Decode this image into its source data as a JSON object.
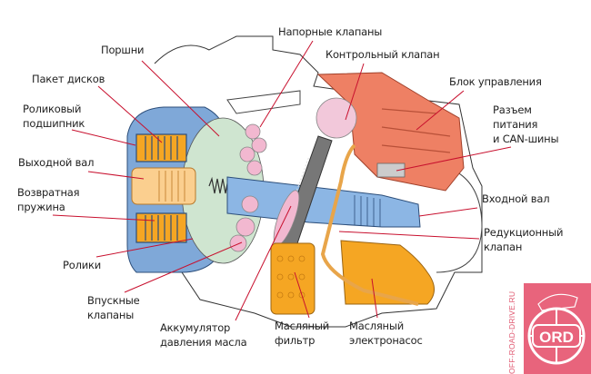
{
  "labels": {
    "pressure_valves": "Напорные клапаны",
    "pistons": "Поршни",
    "disc_pack": "Пакет дисков",
    "roller_bearing": [
      "Роликовый",
      "подшипник"
    ],
    "control_valve": "Контрольный клапан",
    "control_unit": "Блок управления",
    "connector": [
      "Разъем",
      "питания",
      "и CAN-шины"
    ],
    "output_shaft": "Выходной вал",
    "return_spring": [
      "Возвратная",
      "пружина"
    ],
    "input_shaft": "Входной вал",
    "reduction_valve": [
      "Редукционный",
      "клапан"
    ],
    "rollers": "Ролики",
    "inlet_valves": [
      "Впускные",
      "клапаны"
    ],
    "accumulator": [
      "Аккумулятор",
      "давления масла"
    ],
    "oil_filter": [
      "Масляный",
      "фильтр"
    ],
    "oil_pump": [
      "Масляный",
      "электронасос"
    ]
  },
  "watermark": {
    "site": "OFF-ROAD-DRIVE.RU",
    "logo_text": "ORD"
  },
  "colors": {
    "leader": "#c8102e",
    "blue": "#7fa8d8",
    "orange": "#f5a623",
    "control_unit": "#ee8064",
    "pink": "#f2b8d0",
    "logo": "#e8647c"
  }
}
